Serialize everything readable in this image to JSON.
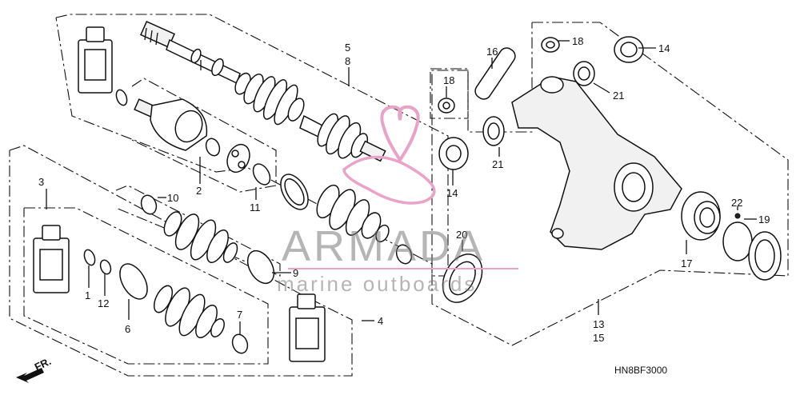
{
  "diagram_code": "HN8BF3000",
  "direction_label": "FR.",
  "watermark": {
    "brand": "ARMADA",
    "tagline": "marine outboards",
    "accent_color": "#e9a3c9"
  },
  "callouts": {
    "c1": "1",
    "c2": "2",
    "c3": "3",
    "c4": "4",
    "c5_8": [
      "5",
      "8"
    ],
    "c6": "6",
    "c7": "7",
    "c9": "9",
    "c10": "10",
    "c11": "11",
    "c12": "12",
    "c13_15": [
      "13",
      "15"
    ],
    "c14a": "14",
    "c14b": "14",
    "c16": "16",
    "c17": "17",
    "c18a": "18",
    "c18b": "18",
    "c19": "19",
    "c20": "20",
    "c21a": "21",
    "c21b": "21",
    "c22": "22"
  }
}
